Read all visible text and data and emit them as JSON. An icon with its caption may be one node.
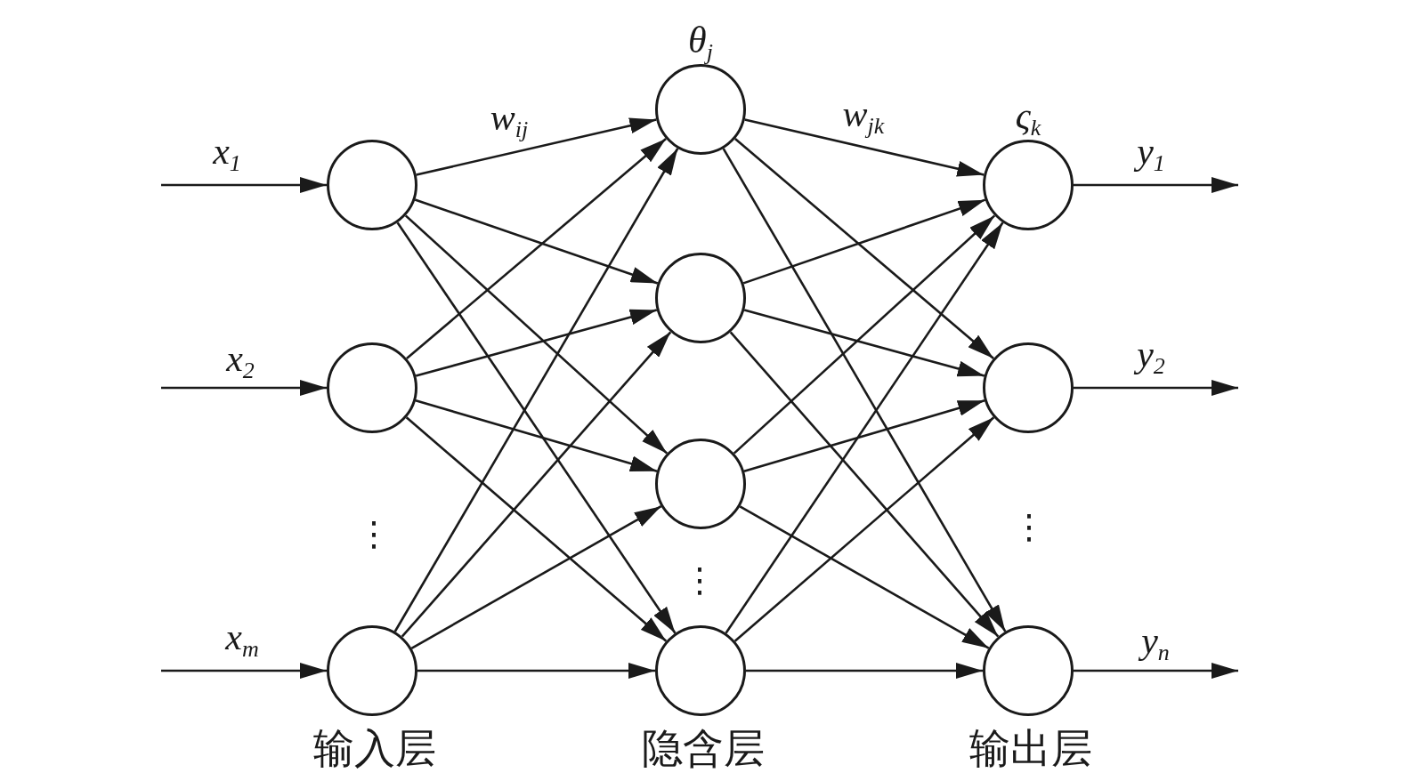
{
  "diagram": {
    "nodes": [
      {
        "text": [],
        "shape": "circle"
      },
      {
        "text": [],
        "shape": "circle"
      },
      {
        "text": [],
        "shape": "circle"
      },
      {
        "text": [],
        "shape": "circle",
        "beside": [
          "θ$_{j}$"
        ]
      },
      {
        "text": [],
        "shape": "circle"
      },
      {
        "text": [],
        "shape": "circle"
      },
      {
        "text": [],
        "shape": "circle"
      },
      {
        "text": [],
        "shape": "circle",
        "beside": [
          "ς$_{k}$"
        ]
      },
      {
        "text": [],
        "shape": "circle"
      },
      {
        "text": [],
        "shape": "circle"
      }
    ],
    "edges": [
      {
        "from": null,
        "to": 0,
        "arrow": "to",
        "label": "x$_{1}$"
      },
      {
        "from": null,
        "to": 1,
        "arrow": "to",
        "label": "x$_{2}$"
      },
      {
        "from": null,
        "to": 2,
        "arrow": "to",
        "label": "x$_{m}$"
      },
      {
        "from": 0,
        "to": 3,
        "arrow": "to",
        "label": "w$_{ij}$"
      },
      {
        "from": 0,
        "to": 4,
        "arrow": "to"
      },
      {
        "from": 0,
        "to": 5,
        "arrow": "to"
      },
      {
        "from": 0,
        "to": 6,
        "arrow": "to"
      },
      {
        "from": 1,
        "to": 3,
        "arrow": "to"
      },
      {
        "from": 1,
        "to": 4,
        "arrow": "to"
      },
      {
        "from": 1,
        "to": 5,
        "arrow": "to"
      },
      {
        "from": 1,
        "to": 6,
        "arrow": "to"
      },
      {
        "from": 2,
        "to": 3,
        "arrow": "to"
      },
      {
        "from": 2,
        "to": 4,
        "arrow": "to"
      },
      {
        "from": 2,
        "to": 5,
        "arrow": "to"
      },
      {
        "from": 2,
        "to": 6,
        "arrow": "to"
      },
      {
        "from": 3,
        "to": 7,
        "arrow": "to",
        "label": "w$_{jk}$"
      },
      {
        "from": 3,
        "to": 8,
        "arrow": "to"
      },
      {
        "from": 3,
        "to": 9,
        "arrow": "to"
      },
      {
        "from": 4,
        "to": 7,
        "arrow": "to"
      },
      {
        "from": 4,
        "to": 8,
        "arrow": "to"
      },
      {
        "from": 4,
        "to": 9,
        "arrow": "to"
      },
      {
        "from": 5,
        "to": 7,
        "arrow": "to"
      },
      {
        "from": 5,
        "to": 8,
        "arrow": "to"
      },
      {
        "from": 5,
        "to": 9,
        "arrow": "to"
      },
      {
        "from": 6,
        "to": 7,
        "arrow": "to"
      },
      {
        "from": 6,
        "to": 8,
        "arrow": "to"
      },
      {
        "from": 6,
        "to": 9,
        "arrow": "to"
      },
      {
        "from": 7,
        "to": null,
        "arrow": "to",
        "label": "y$_{1}$"
      },
      {
        "from": 8,
        "to": null,
        "arrow": "to",
        "label": "y$_{2}$"
      },
      {
        "from": 9,
        "to": null,
        "arrow": "to",
        "label": "y$_{n}$"
      }
    ],
    "labels": [
      "⋮",
      "⋮",
      "⋮",
      "输入层",
      "隐含层",
      "输出层"
    ]
  }
}
